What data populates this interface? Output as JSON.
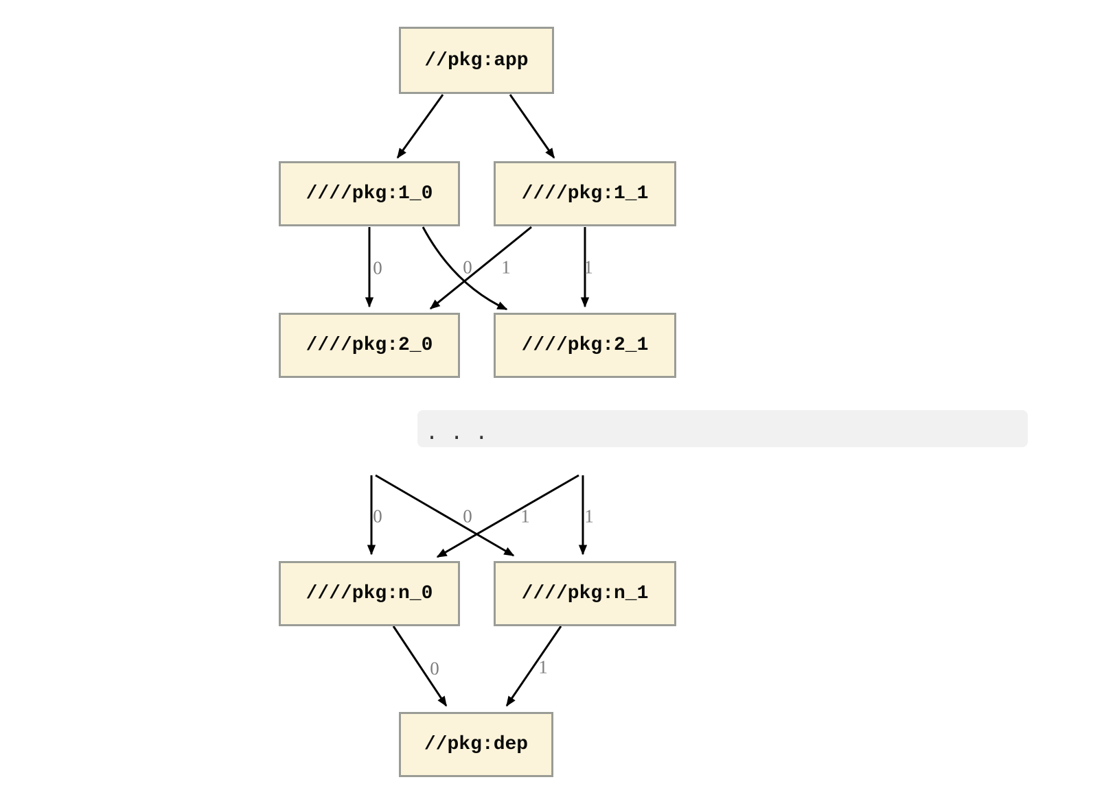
{
  "colors": {
    "node_fill": "#FBF4DA",
    "node_border": "#9A9C96",
    "edge": "#000000",
    "edge_label": "#7E7E7E",
    "ellipsis_background": "#F1F1F1",
    "background": "#FFFFFF"
  },
  "diagram": {
    "type": "dependency-graph",
    "ellipsis": ". . .",
    "nodes": [
      {
        "id": "app",
        "label": "//pkg:app"
      },
      {
        "id": "1_0",
        "label": "////pkg:1_0"
      },
      {
        "id": "1_1",
        "label": "////pkg:1_1"
      },
      {
        "id": "2_0",
        "label": "////pkg:2_0"
      },
      {
        "id": "2_1",
        "label": "////pkg:2_1"
      },
      {
        "id": "n_0",
        "label": "////pkg:n_0"
      },
      {
        "id": "n_1",
        "label": "////pkg:n_1"
      },
      {
        "id": "dep",
        "label": "//pkg:dep"
      }
    ],
    "edges": [
      {
        "from": "//pkg:app",
        "to": "////pkg:1_0",
        "label": ""
      },
      {
        "from": "//pkg:app",
        "to": "////pkg:1_1",
        "label": ""
      },
      {
        "from": "////pkg:1_0",
        "to": "////pkg:2_0",
        "label": "0"
      },
      {
        "from": "////pkg:1_1",
        "to": "////pkg:2_0",
        "label": "0"
      },
      {
        "from": "////pkg:1_0",
        "to": "////pkg:2_1",
        "label": "1"
      },
      {
        "from": "////pkg:1_1",
        "to": "////pkg:2_1",
        "label": "1"
      },
      {
        "from": "…",
        "to": "////pkg:n_0",
        "label": "0"
      },
      {
        "from": "…",
        "to": "////pkg:n_1",
        "label": "1"
      },
      {
        "from": "…",
        "to": "////pkg:n_0",
        "label": "0"
      },
      {
        "from": "…",
        "to": "////pkg:n_1",
        "label": "1"
      },
      {
        "from": "////pkg:n_0",
        "to": "//pkg:dep",
        "label": "0"
      },
      {
        "from": "////pkg:n_1",
        "to": "//pkg:dep",
        "label": "1"
      }
    ]
  }
}
